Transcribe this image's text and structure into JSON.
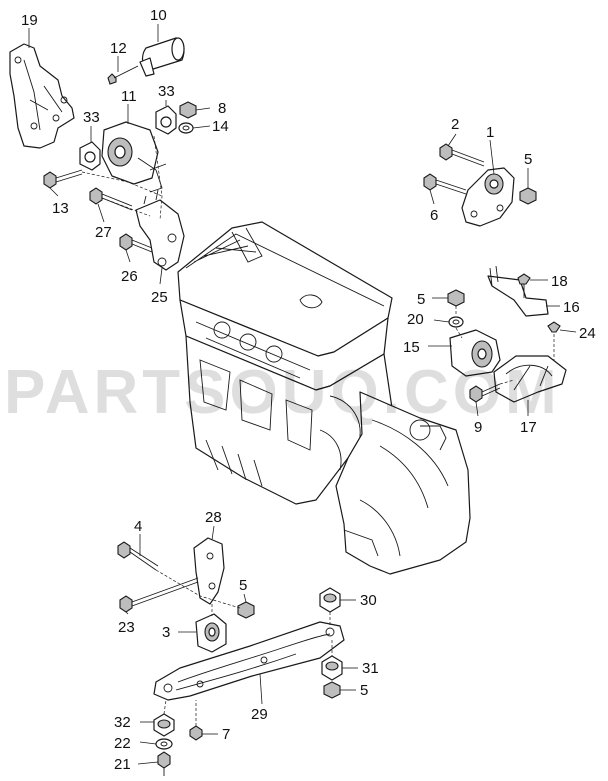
{
  "watermark": "PARTSOUQ.COM",
  "colors": {
    "line": "#1a1a1a",
    "shade": "#bdbdbd",
    "background": "#ffffff"
  },
  "callouts": {
    "n19": "19",
    "n10": "10",
    "n12": "12",
    "n11": "11",
    "n33a": "33",
    "n33b": "33",
    "n8": "8",
    "n14": "14",
    "n13": "13",
    "n27": "27",
    "n26": "26",
    "n25": "25",
    "n2": "2",
    "n1": "1",
    "n5a": "5",
    "n6": "6",
    "n18": "18",
    "n5b": "5",
    "n16": "16",
    "n20": "20",
    "n24": "24",
    "n15": "15",
    "n9": "9",
    "n17": "17",
    "n4": "4",
    "n28": "28",
    "n5c": "5",
    "n30": "30",
    "n23": "23",
    "n3": "3",
    "n31": "31",
    "n5d": "5",
    "n29": "29",
    "n32": "32",
    "n7": "7",
    "n22": "22",
    "n21": "21"
  }
}
